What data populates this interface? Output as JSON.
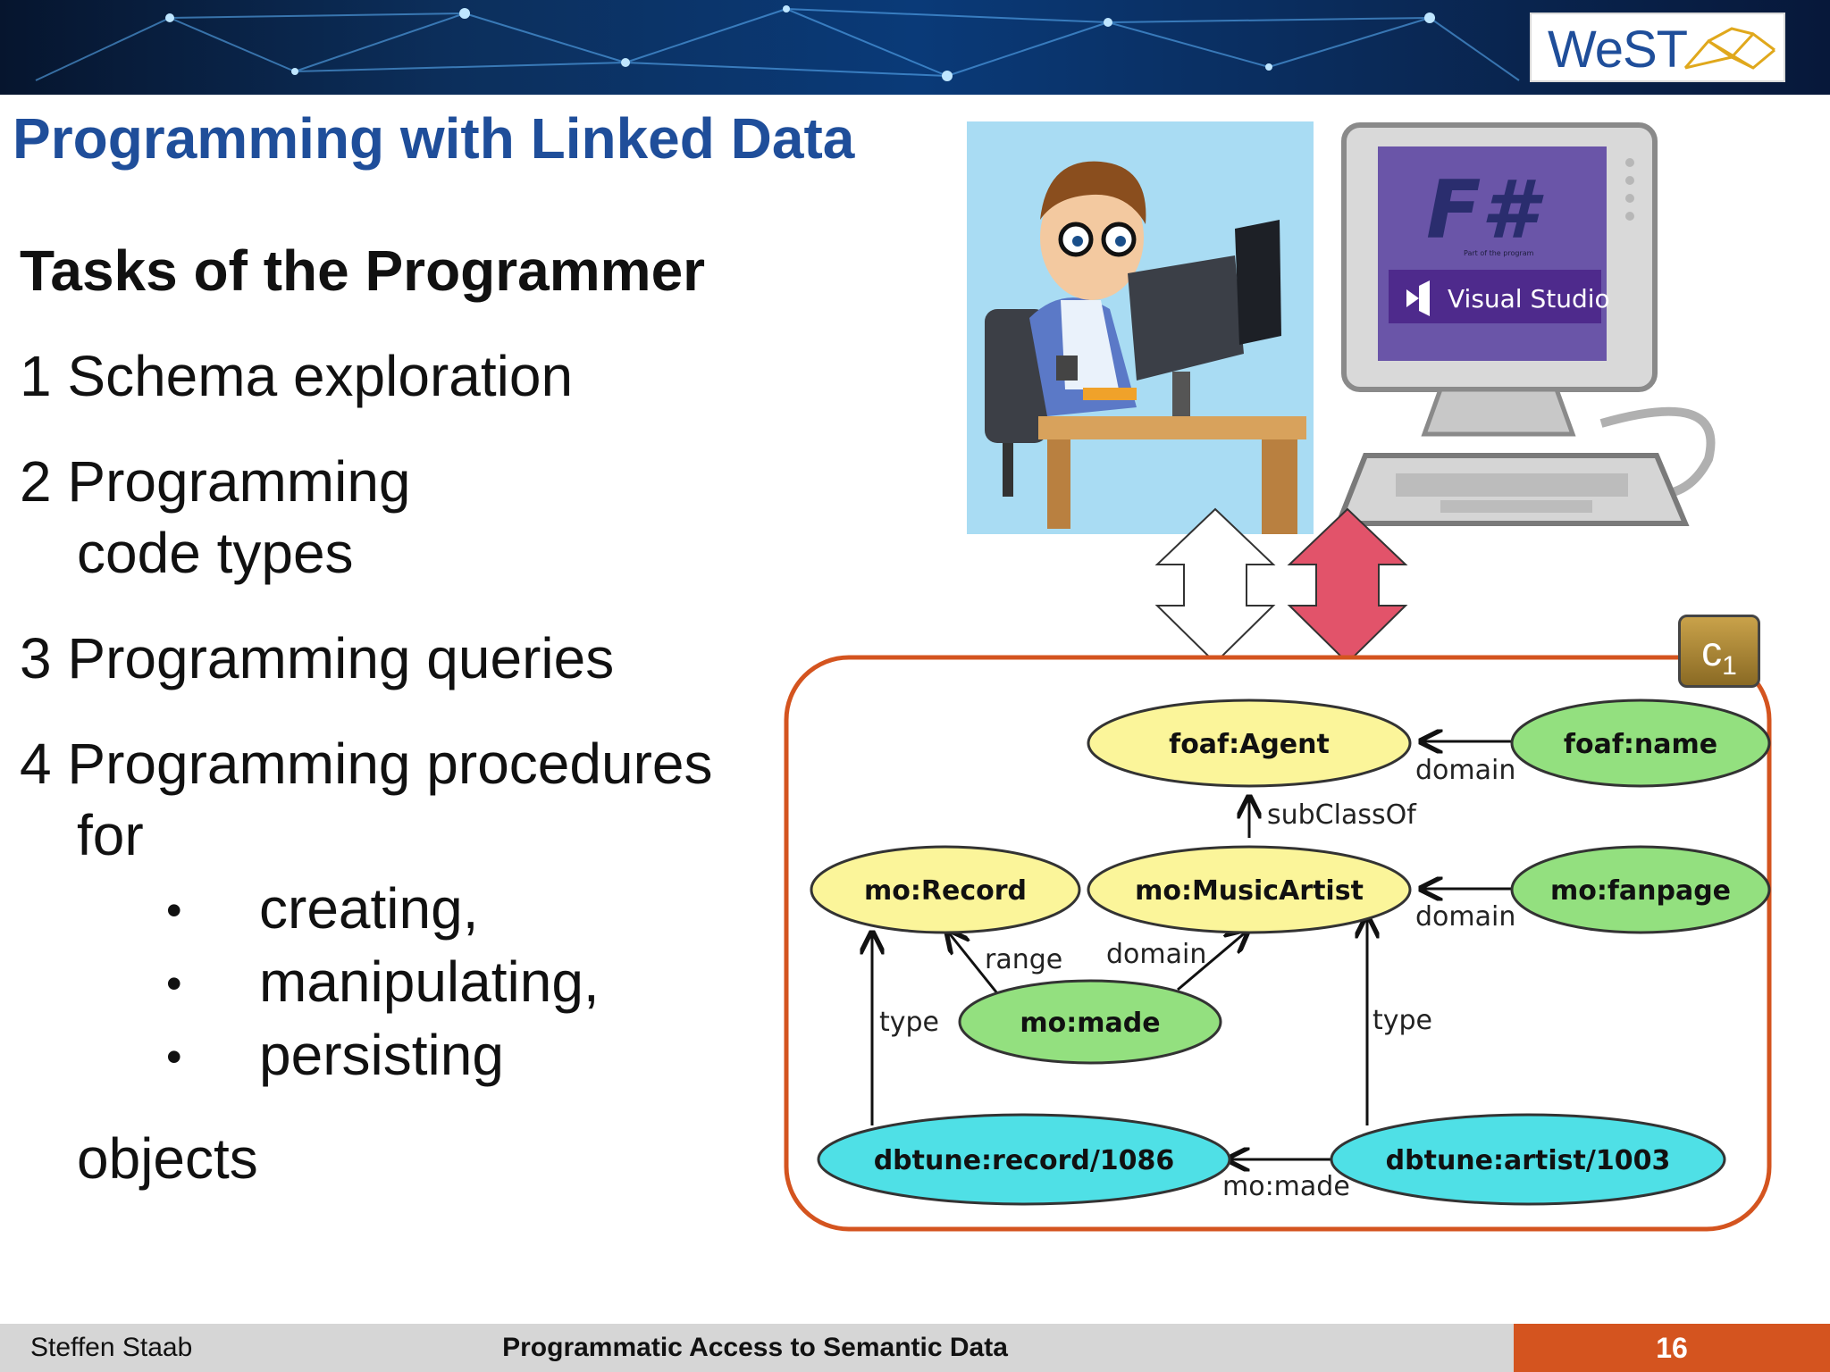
{
  "logo": {
    "text": "WeST"
  },
  "slide_title": "Programming with Linked Data",
  "subtitle": "Tasks of the Programmer",
  "tasks": [
    "1 Schema exploration",
    "2 Programming",
    "code types",
    "3 Programming queries",
    "4 Programming procedures",
    "for",
    "creating,",
    "manipulating,",
    "persisting",
    "objects"
  ],
  "bullet_glyph": "•",
  "illustration": {
    "fsharp": "F#",
    "fsharp_caption": "Part of the program",
    "visual_studio": "Visual Studio"
  },
  "diagram": {
    "badge": "c",
    "badge_sub": "1",
    "nodes": {
      "foaf_agent": "foaf:Agent",
      "foaf_name": "foaf:name",
      "mo_record": "mo:Record",
      "mo_musicartist": "mo:MusicArtist",
      "mo_fanpage": "mo:fanpage",
      "mo_made": "mo:made",
      "record": "dbtune:record/1086",
      "artist": "dbtune:artist/1003"
    },
    "edges": {
      "domain_name": "domain",
      "subclass": "subClassOf",
      "domain_fanpage": "domain",
      "range": "range",
      "domain_made": "domain",
      "type_record": "type",
      "type_artist": "type",
      "made": "mo:made"
    },
    "colors": {
      "class_node": "#fbf59a",
      "property_node": "#93e07f",
      "instance_node": "#4fe0e6",
      "frame": "#d4541f"
    }
  },
  "footer": {
    "author": "Steffen Staab",
    "title": "Programmatic Access to Semantic Data",
    "page": "16"
  }
}
